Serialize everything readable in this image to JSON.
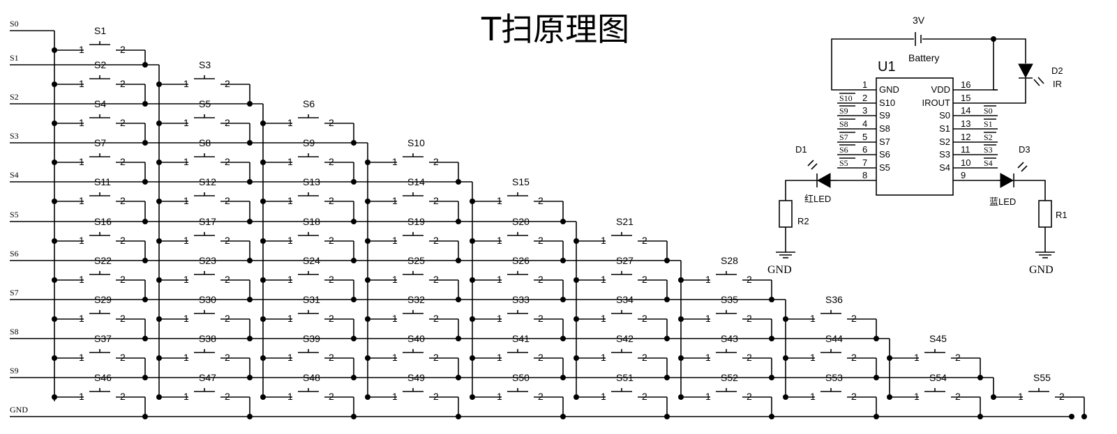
{
  "title": "T扫原理图",
  "rows": [
    "S0",
    "S1",
    "S2",
    "S3",
    "S4",
    "S5",
    "S6",
    "S7",
    "S8",
    "S9",
    "GND"
  ],
  "switch_pin_labels": [
    "1",
    "2"
  ],
  "battery": {
    "voltage": "3V",
    "name": "Battery"
  },
  "chip": {
    "name": "U1",
    "left_pins": [
      {
        "num": "1",
        "name": "GND",
        "net": ""
      },
      {
        "num": "2",
        "name": "S10",
        "net": "S10"
      },
      {
        "num": "3",
        "name": "S9",
        "net": "S9"
      },
      {
        "num": "4",
        "name": "S8",
        "net": "S8"
      },
      {
        "num": "5",
        "name": "S7",
        "net": "S7"
      },
      {
        "num": "6",
        "name": "S6",
        "net": "S6"
      },
      {
        "num": "7",
        "name": "S5",
        "net": "S5"
      },
      {
        "num": "8",
        "name": "",
        "net": ""
      }
    ],
    "right_pins": [
      {
        "num": "16",
        "name": "VDD",
        "net": ""
      },
      {
        "num": "15",
        "name": "IROUT",
        "net": ""
      },
      {
        "num": "14",
        "name": "S0",
        "net": "S0"
      },
      {
        "num": "13",
        "name": "S1",
        "net": "S1"
      },
      {
        "num": "12",
        "name": "S2",
        "net": "S2"
      },
      {
        "num": "11",
        "name": "S3",
        "net": "S3"
      },
      {
        "num": "10",
        "name": "S4",
        "net": "S4"
      },
      {
        "num": "9",
        "name": "",
        "net": ""
      }
    ]
  },
  "d1": {
    "ref": "D1",
    "label": "红LED"
  },
  "d2": {
    "ref": "D2",
    "label": "IR"
  },
  "d3": {
    "ref": "D3",
    "label": "蓝LED"
  },
  "r1": "R1",
  "r2": "R2",
  "gnd": "GND"
}
